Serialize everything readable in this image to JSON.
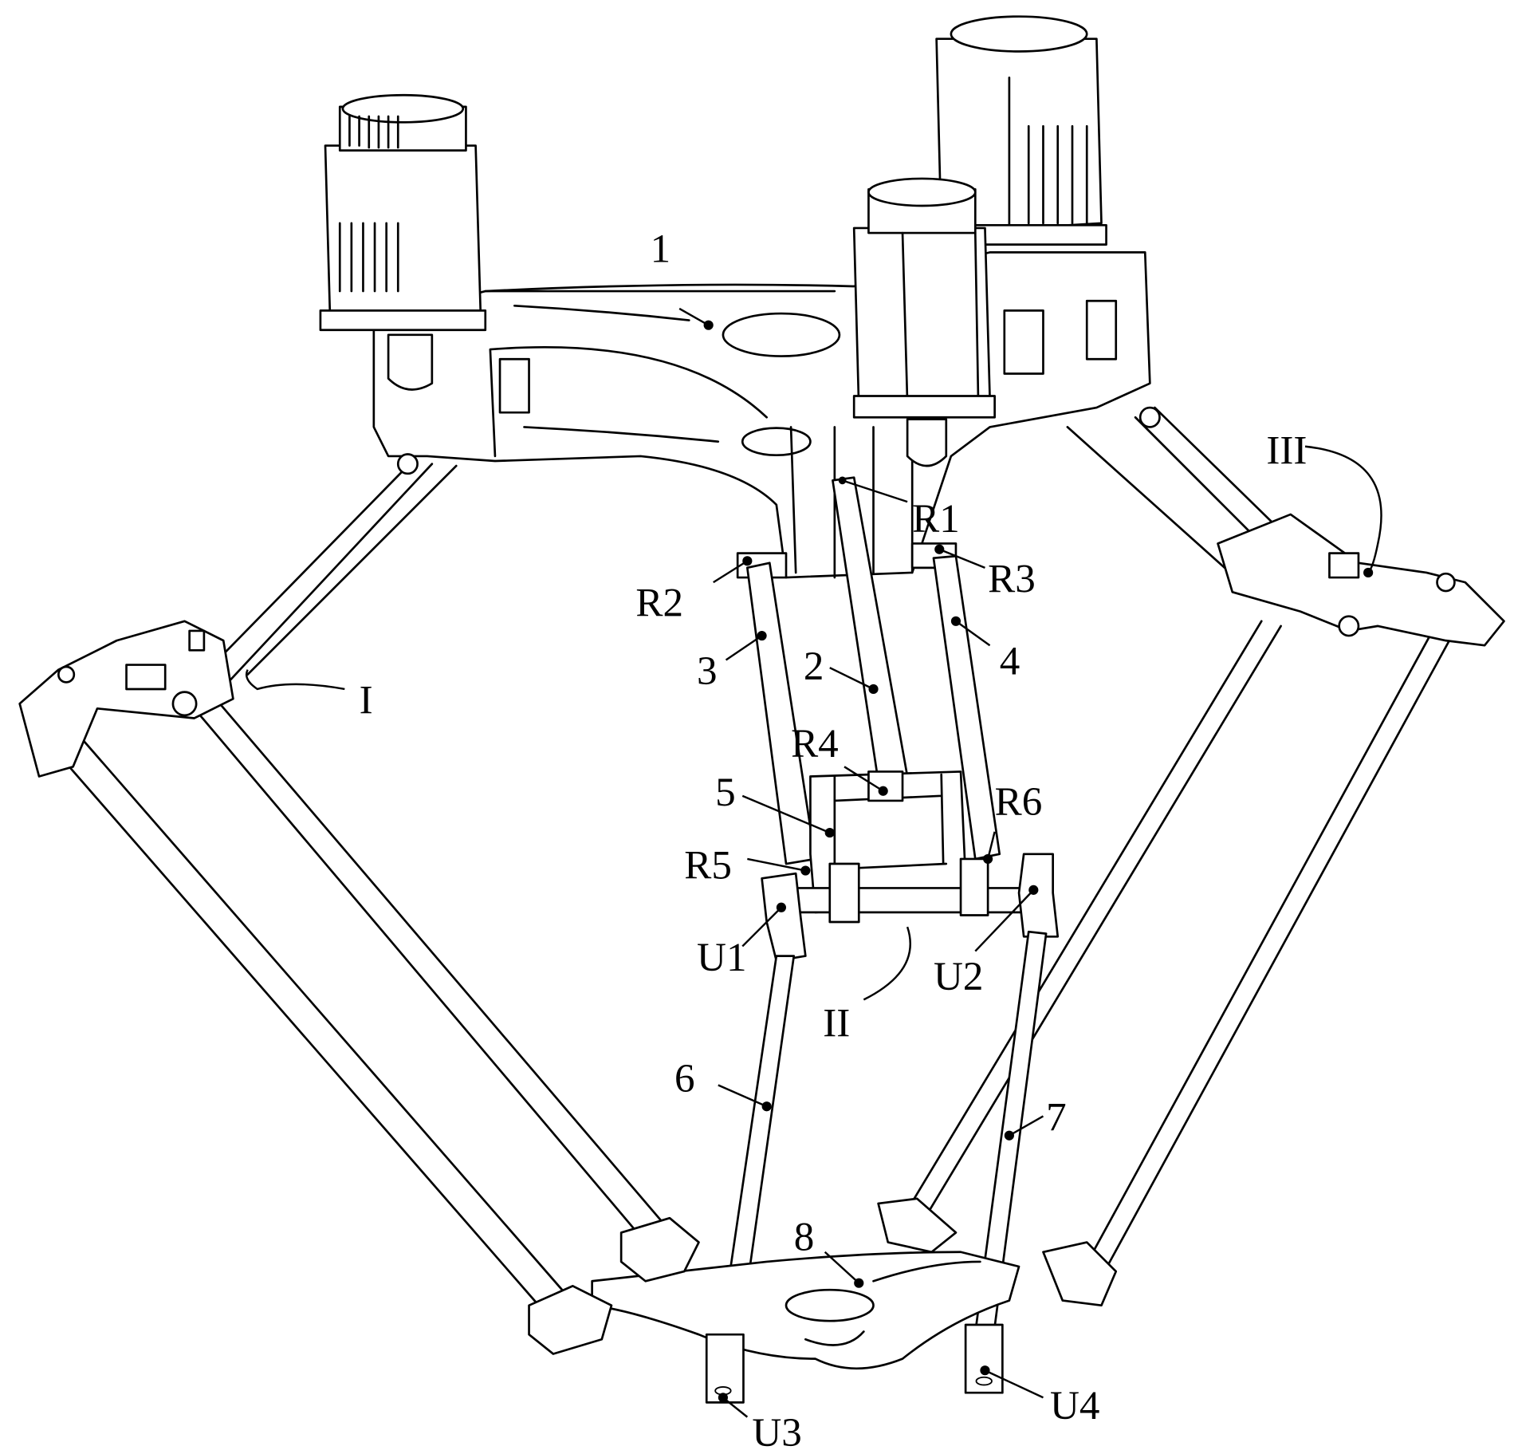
{
  "figure": {
    "type": "patent line drawing",
    "labels": {
      "l1": "1",
      "l2": "2",
      "l3": "3",
      "l4": "4",
      "l5": "5",
      "l6": "6",
      "l7": "7",
      "l8": "8",
      "R1": "R1",
      "R2": "R2",
      "R3": "R3",
      "R4": "R4",
      "R5": "R5",
      "R6": "R6",
      "U1": "U1",
      "U2": "U2",
      "U3": "U3",
      "U4": "U4",
      "I": "I",
      "II": "II",
      "III": "III"
    }
  }
}
